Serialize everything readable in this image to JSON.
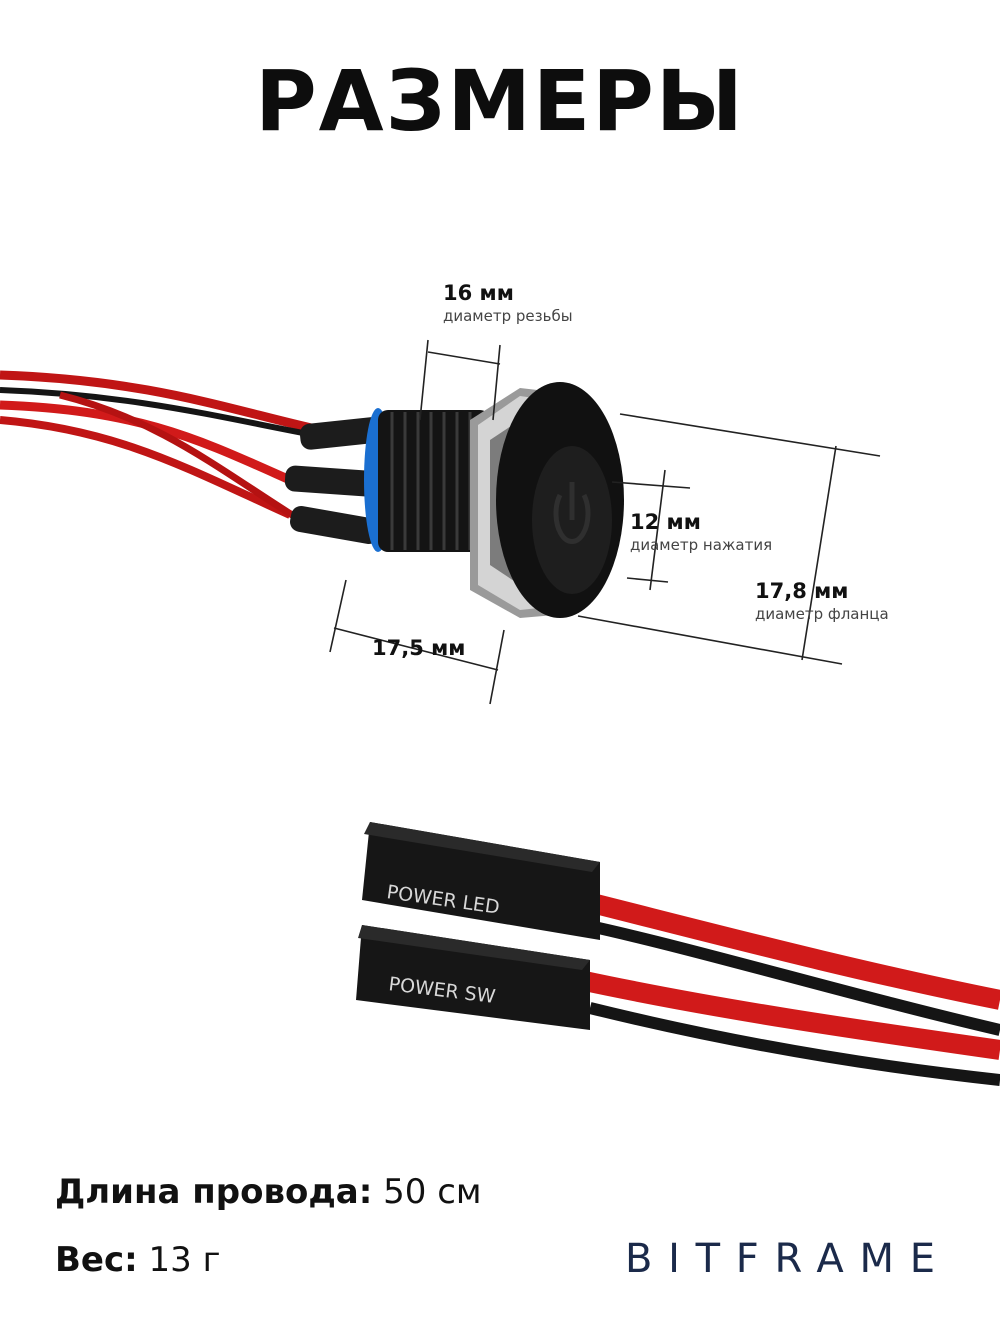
{
  "title": "РАЗМЕРЫ",
  "dimensions": {
    "thread": {
      "value": "16 мм",
      "desc": "диаметр резьбы"
    },
    "press": {
      "value": "12 мм",
      "desc": "диаметр нажатия"
    },
    "flange": {
      "value": "17,8 мм",
      "desc": "диаметр фланца"
    },
    "length": {
      "value": "17,5 мм"
    }
  },
  "connectors": {
    "led": "POWER LED",
    "sw": "POWER SW"
  },
  "specs": {
    "wire_label": "Длина провода:",
    "wire_value": "50 см",
    "weight_label": "Вес:",
    "weight_value": "13 г"
  },
  "brand": "BITFRAME",
  "colors": {
    "wire_red": "#d11a1a",
    "wire_black": "#1a1a1a",
    "ring_blue": "#1a6fd1",
    "brand_navy": "#1b2a4a"
  }
}
